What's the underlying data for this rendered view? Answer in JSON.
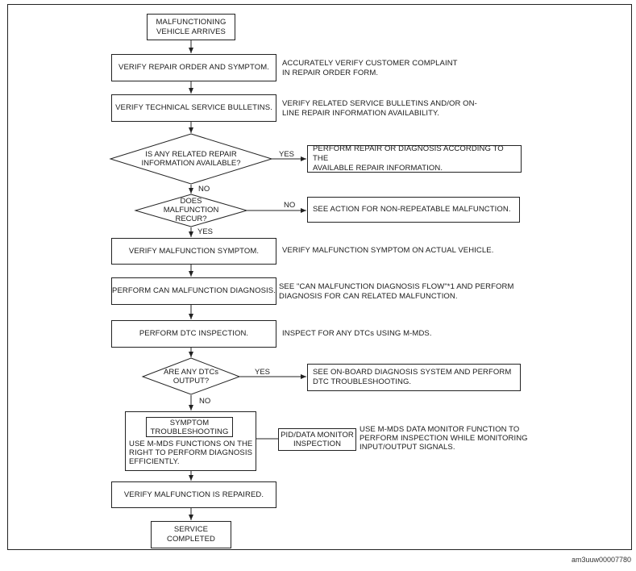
{
  "nodes": {
    "start": "MALFUNCTIONING\nVEHICLE ARRIVES",
    "verify_ro": "VERIFY REPAIR ORDER AND SYMPTOM.",
    "verify_tsb": "VERIFY TECHNICAL SERVICE BULLETINS.",
    "q_info": "IS ANY RELATED REPAIR\nINFORMATION AVAILABLE?",
    "q_recur": "DOES\nMALFUNCTION\nRECUR?",
    "verify_symptom": "VERIFY MALFUNCTION SYMPTOM.",
    "can_diag": "PERFORM CAN MALFUNCTION DIAGNOSIS.",
    "dtc_insp": "PERFORM DTC INSPECTION.",
    "q_dtc": "ARE ANY DTCs\nOUTPUT?",
    "symptom_ts": "SYMPTOM\nTROUBLESHOOTING",
    "symptom_ts_note": "USE M-MDS FUNCTIONS ON THE\nRIGHT TO PERFORM DIAGNOSIS\nEFFICIENTLY.",
    "pid_monitor": "PID/DATA MONITOR\nINSPECTION",
    "verify_repaired": "VERIFY MALFUNCTION IS REPAIRED.",
    "end": "SERVICE\nCOMPLETED"
  },
  "notes": {
    "ro_note": "ACCURATELY VERIFY CUSTOMER COMPLAINT\nIN REPAIR ORDER FORM.",
    "tsb_note": "VERIFY RELATED SERVICE BULLETINS AND/OR ON-\nLINE REPAIR INFORMATION AVAILABILITY.",
    "info_yes_action": "PERFORM REPAIR OR DIAGNOSIS ACCORDING TO THE\nAVAILABLE REPAIR INFORMATION.",
    "recur_no_action": "SEE ACTION FOR NON-REPEATABLE MALFUNCTION.",
    "symptom_note": "VERIFY MALFUNCTION SYMPTOM ON ACTUAL VEHICLE.",
    "can_note": "SEE \"CAN MALFUNCTION DIAGNOSIS FLOW\"*1 AND PERFORM\nDIAGNOSIS FOR CAN RELATED MALFUNCTION.",
    "dtc_note": "INSPECT FOR ANY DTCs USING M-MDS.",
    "dtc_yes_action": "SEE ON-BOARD DIAGNOSIS SYSTEM AND PERFORM\nDTC TROUBLESHOOTING.",
    "pid_note": "USE M-MDS DATA MONITOR FUNCTION TO\nPERFORM INSPECTION WHILE MONITORING\nINPUT/OUTPUT SIGNALS."
  },
  "labels": {
    "yes": "YES",
    "no": "NO"
  },
  "footer": {
    "code": "am3uuw00007780"
  }
}
